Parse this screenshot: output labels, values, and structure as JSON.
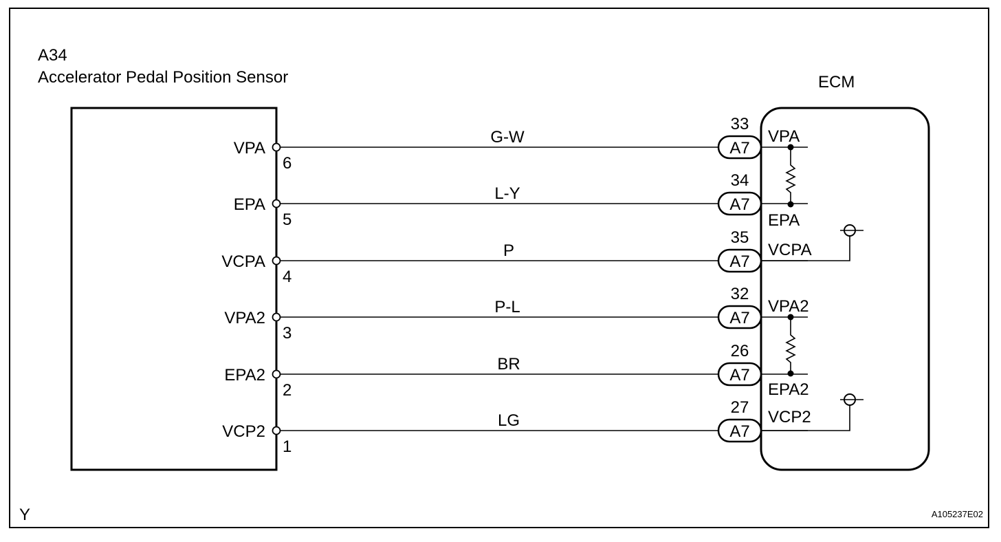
{
  "figure_code": "A105237E02",
  "corner_letter": "Y",
  "sensor": {
    "code": "A34",
    "name": "Accelerator Pedal Position Sensor"
  },
  "ecm": {
    "name": "ECM",
    "connector": "A7"
  },
  "circuits": [
    {
      "sensor_signal": "VPA",
      "sensor_pin": "6",
      "wire_color": "G-W",
      "ecm_pin": "33",
      "ecm_connector": "A7",
      "ecm_signal": "VPA"
    },
    {
      "sensor_signal": "EPA",
      "sensor_pin": "5",
      "wire_color": "L-Y",
      "ecm_pin": "34",
      "ecm_connector": "A7",
      "ecm_signal": "EPA"
    },
    {
      "sensor_signal": "VCPA",
      "sensor_pin": "4",
      "wire_color": "P",
      "ecm_pin": "35",
      "ecm_connector": "A7",
      "ecm_signal": "VCPA"
    },
    {
      "sensor_signal": "VPA2",
      "sensor_pin": "3",
      "wire_color": "P-L",
      "ecm_pin": "32",
      "ecm_connector": "A7",
      "ecm_signal": "VPA2"
    },
    {
      "sensor_signal": "EPA2",
      "sensor_pin": "2",
      "wire_color": "BR",
      "ecm_pin": "26",
      "ecm_connector": "A7",
      "ecm_signal": "EPA2"
    },
    {
      "sensor_signal": "VCP2",
      "sensor_pin": "1",
      "wire_color": "LG",
      "ecm_pin": "27",
      "ecm_connector": "A7",
      "ecm_signal": "VCP2"
    }
  ]
}
